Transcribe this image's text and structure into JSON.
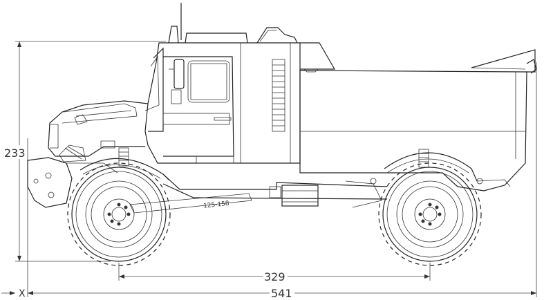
{
  "dimensions": {
    "height_label": "233",
    "wheelbase_label": "329",
    "length_label": "541",
    "axis_label": "X"
  },
  "badges": {
    "tyre_label": "125-158"
  },
  "colors": {
    "line": "#222222",
    "background": "#ffffff"
  }
}
